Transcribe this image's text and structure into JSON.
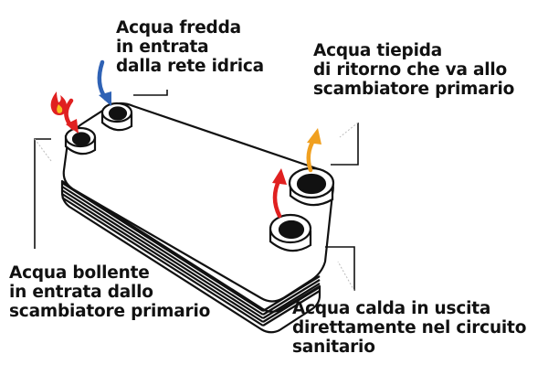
{
  "labels": {
    "cold_inlet": [
      "Acqua fredda",
      "in entrata",
      "dalla rete idrica"
    ],
    "lukewarm_return": [
      "Acqua tiepida",
      "di ritorno che va allo",
      "scambiatore primario"
    ],
    "boiling_inlet": [
      "Acqua bollente",
      "in entrata dallo",
      "scambiatore primario"
    ],
    "hot_outlet": [
      "Acqua calda in uscita",
      "direttamente nel circuito",
      "sanitario"
    ]
  },
  "colors": {
    "hot_arrow": "#e02020",
    "cold_arrow": "#2f62b5",
    "warm_arrow": "#f0a020",
    "flame": "#e02020",
    "outline": "#111111"
  },
  "icons": [
    "flame-icon"
  ]
}
